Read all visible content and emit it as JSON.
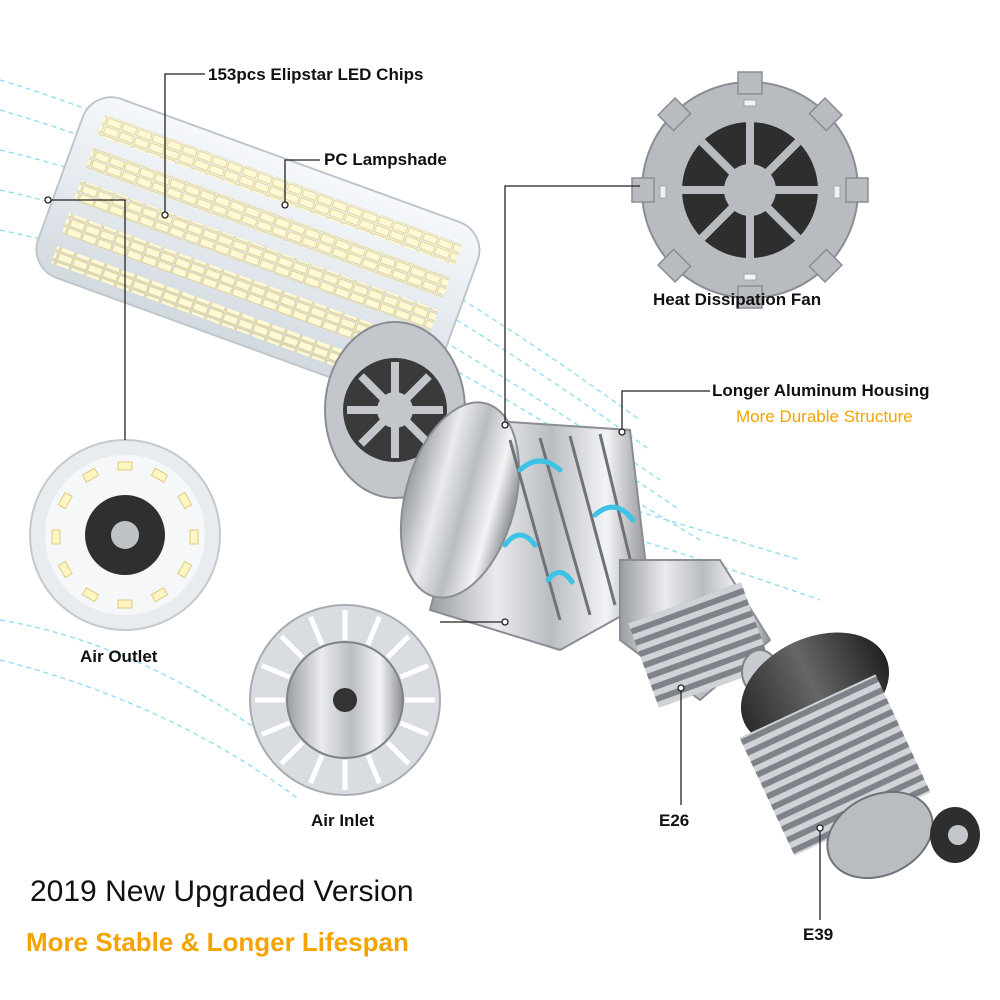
{
  "labels": {
    "led_chips": "153pcs Elipstar LED Chips",
    "lampshade": "PC Lampshade",
    "fan": "Heat Dissipation Fan",
    "housing": "Longer Aluminum Housing",
    "housing_sub": "More Durable Structure",
    "air_outlet": "Air Outlet",
    "air_inlet": "Air Inlet",
    "e26": "E26",
    "e39": "E39"
  },
  "headline": {
    "title": "2019 New Upgraded Version",
    "subtitle": "More Stable & Longer Lifespan"
  },
  "colors": {
    "accent": "#f5a300",
    "text": "#111111",
    "airflow": "#3cc3e6",
    "leader_line": "#222222"
  }
}
